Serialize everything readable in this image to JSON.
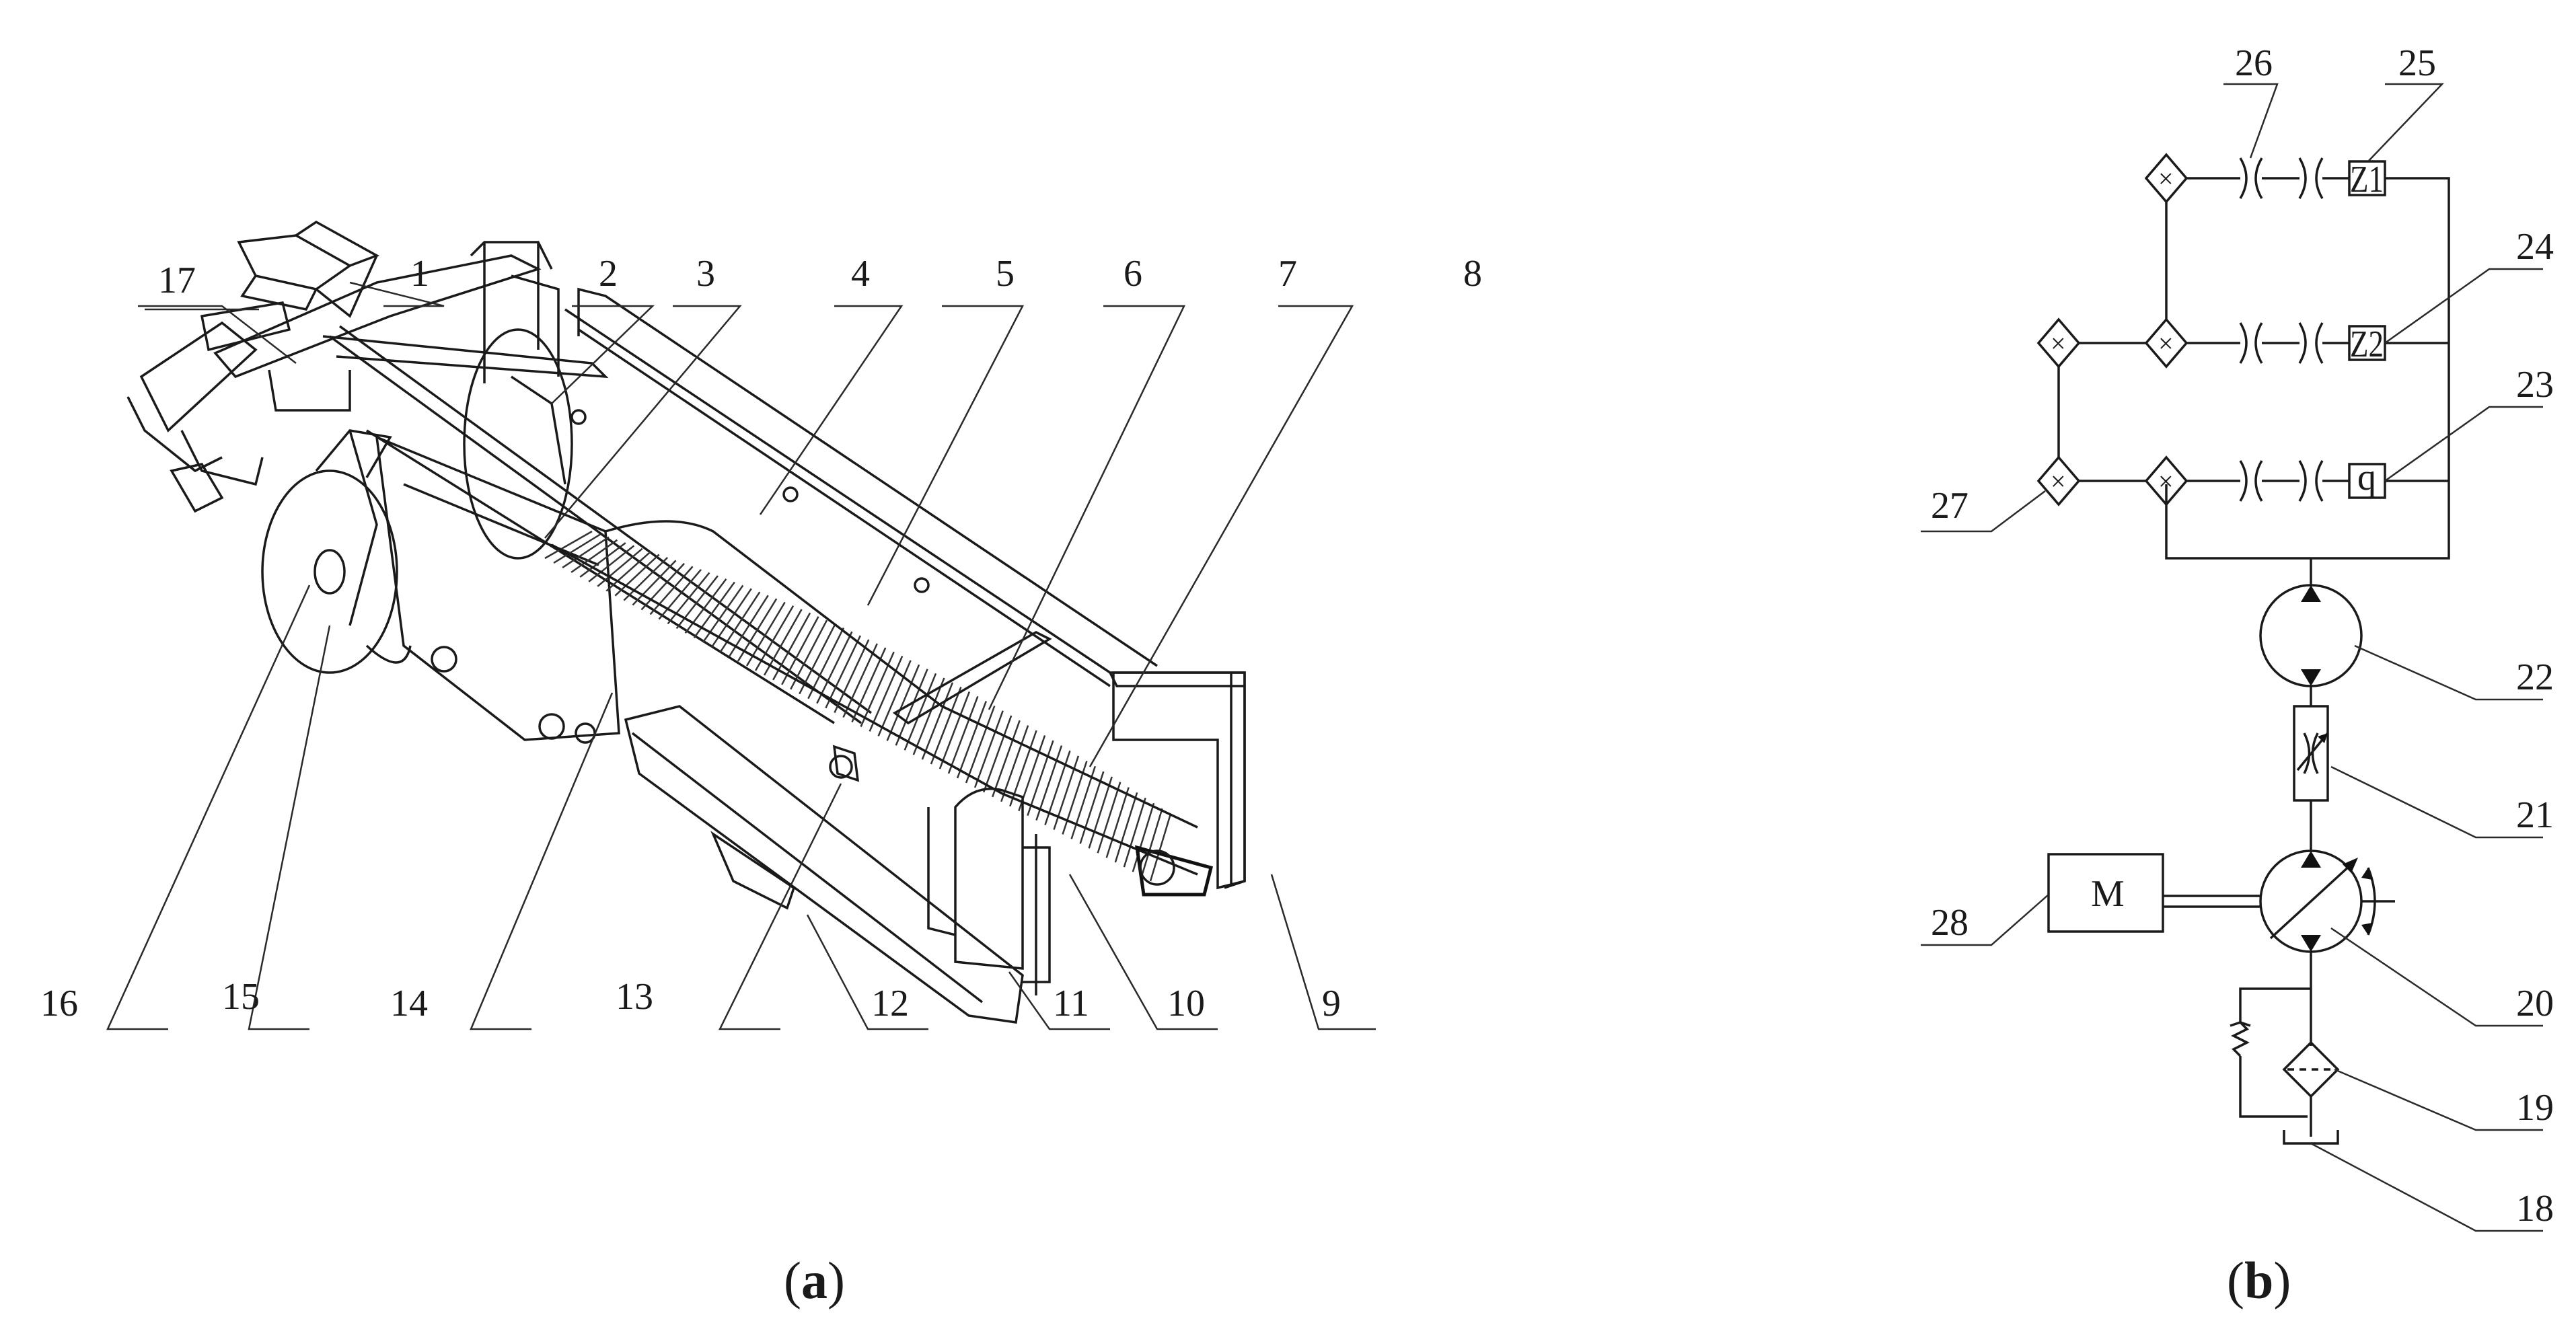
{
  "figure_a": {
    "caption": "(a)",
    "callouts": [
      "1",
      "2",
      "3",
      "4",
      "5",
      "6",
      "7",
      "8",
      "9",
      "10",
      "11",
      "12",
      "13",
      "14",
      "15",
      "16",
      "17"
    ]
  },
  "figure_b": {
    "caption": "(b)",
    "callouts": [
      "18",
      "19",
      "20",
      "21",
      "22",
      "23",
      "24",
      "25",
      "26",
      "27",
      "28"
    ],
    "valve_labels": {
      "z1": "Z1",
      "z2": "Z2",
      "q": "q"
    },
    "motor_label": "M",
    "multiplier_symbol": "×"
  }
}
